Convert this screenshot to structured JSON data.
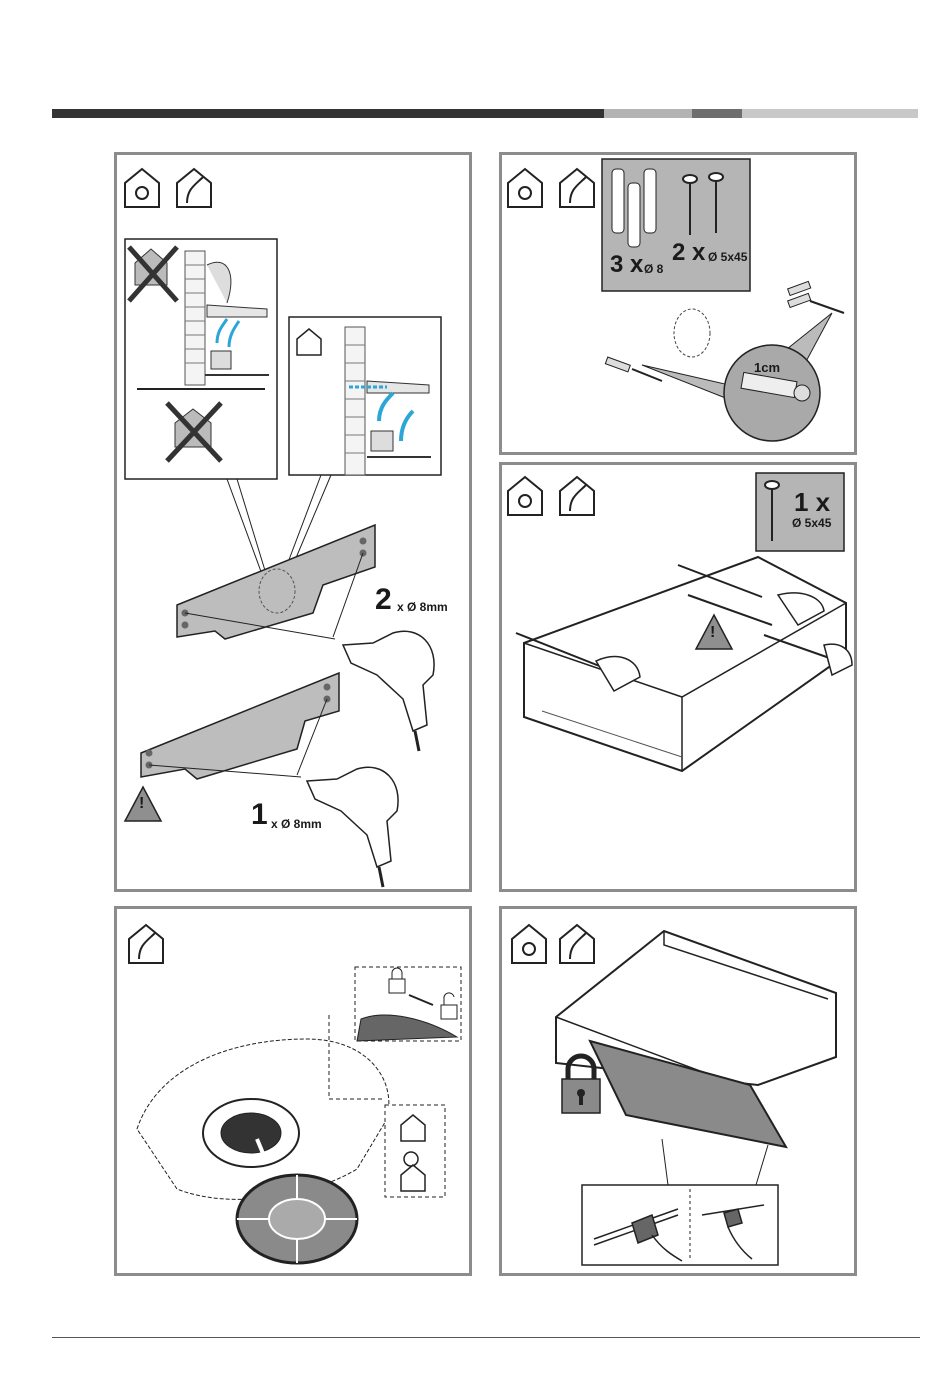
{
  "panel_a": {
    "label_two_holes": {
      "count": "2",
      "spec": "x Ø 8mm"
    },
    "label_one_hole": {
      "count": "1",
      "spec": "x Ø 8mm"
    },
    "warning_symbol": "!"
  },
  "panel_b": {
    "plugs": {
      "count": "3 x",
      "spec": "Ø 8"
    },
    "screws": {
      "count": "2 x",
      "spec": "Ø 5x45"
    },
    "distance": "1cm"
  },
  "panel_c": {
    "screw": {
      "count": "1 x",
      "spec": "Ø 5x45"
    },
    "warning_symbol": "!"
  },
  "colors": {
    "accent_blue": "#2ba6d6",
    "panel_border": "#8c8c8c",
    "part_gray": "#bdbdbd",
    "filter_gray": "#8a8a8a"
  }
}
